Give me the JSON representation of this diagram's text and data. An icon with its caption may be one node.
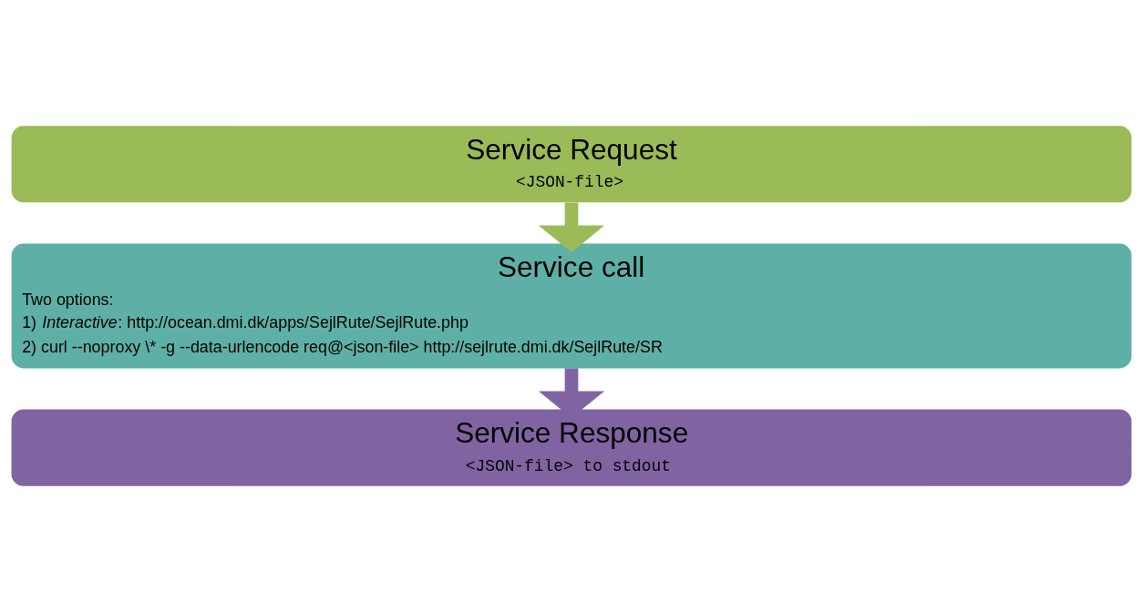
{
  "diagram": {
    "nodes": [
      {
        "text": [
          "Service Request",
          "<JSON-file>"
        ]
      },
      {
        "text": [
          "Service call",
          "Two options:",
          "1) *Interactive*: http://ocean.dmi.dk/apps/SejlRute/SejlRute.php",
          "2) curl --noproxy \\* -g --data-urlencode req@<json-file> http://sejlrute.dmi.dk/SejlRute/SR"
        ]
      },
      {
        "text": [
          "Service Response",
          "<JSON-file> to stdout"
        ]
      }
    ],
    "edges": [
      {
        "from": 0,
        "to": 1,
        "arrow": "to",
        "color": "#9bbb59"
      },
      {
        "from": 1,
        "to": 2,
        "arrow": "to",
        "color": "#8064a2"
      }
    ]
  }
}
